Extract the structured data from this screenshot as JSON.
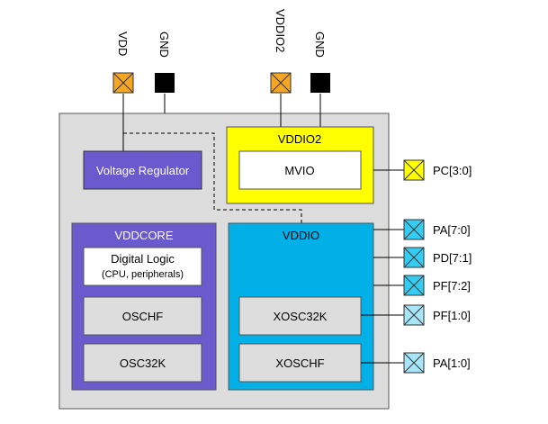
{
  "power_pins": {
    "vdd": "VDD",
    "gnd1": "GND",
    "vddio2": "VDDIO2",
    "gnd2": "GND"
  },
  "blocks": {
    "voltage_regulator": "Voltage Regulator",
    "vddio2_domain": "VDDIO2",
    "mvio": "MVIO",
    "vddcore_domain": "VDDCORE",
    "digital_logic_line1": "Digital Logic",
    "digital_logic_line2": "(CPU, peripherals)",
    "oschf": "OSCHF",
    "osc32k": "OSC32K",
    "vddio_domain": "VDDIO",
    "xosc32k": "XOSC32K",
    "xoschf": "XOSCHF"
  },
  "io_pins": {
    "pc": "PC[3:0]",
    "pa_hi": "PA[7:0]",
    "pd": "PD[7:1]",
    "pf_hi": "PF[7:2]",
    "pf_lo": "PF[1:0]",
    "pa_lo": "PA[1:0]"
  },
  "colors": {
    "chip_bg": "#dddddd",
    "power_pin": "#f5a623",
    "ground_pin": "#000000",
    "regulator": "#6a5acd",
    "vddcore": "#6a5acd",
    "vddio": "#00b0e6",
    "vddio2": "#ffff00",
    "pin_yellow": "#ffff00",
    "pin_cyan": "#33ccf2",
    "pin_light_cyan": "#a6e6f8"
  }
}
